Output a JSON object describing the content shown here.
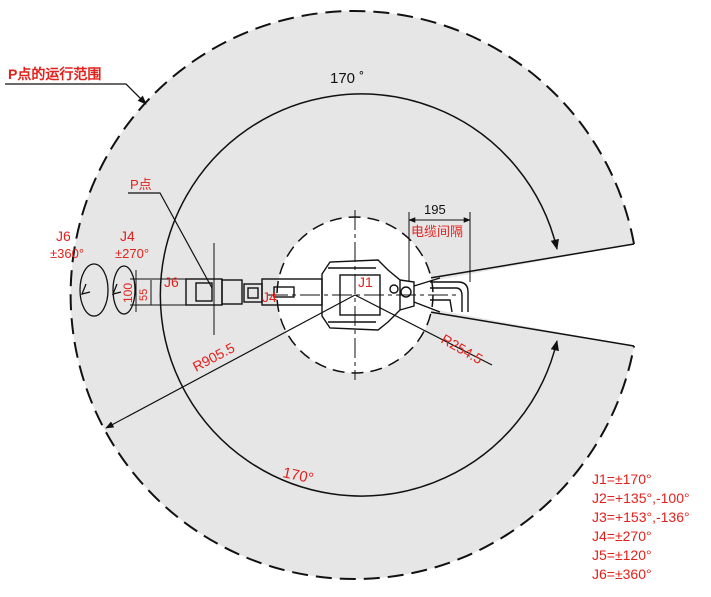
{
  "title_label": "P点的运行范围",
  "p_point_label": "P点",
  "angle_top": "170 ˚",
  "angle_bottom": "170°",
  "dim_195": "195",
  "cable_clearance": "电缆间隔",
  "r_outer": "R905.5",
  "r_inner": "R254.5",
  "j6_side_name": "J6",
  "j6_side_range": "±360°",
  "j4_side_name": "J4",
  "j4_side_range": "±270°",
  "dim_100": "100",
  "dim_55": "55",
  "arm_j6": "J6",
  "arm_j4": "J4",
  "arm_j1": "J1",
  "joint_ranges": [
    "J1=±170°",
    "J2=+135°,-100°",
    "J3=+153°,-136°",
    "J4=±270°",
    "J5=±120°",
    "J6=±360°"
  ],
  "colors": {
    "annotation": "#e3211c",
    "region_fill": "#e6e6e6",
    "line": "#111111"
  }
}
